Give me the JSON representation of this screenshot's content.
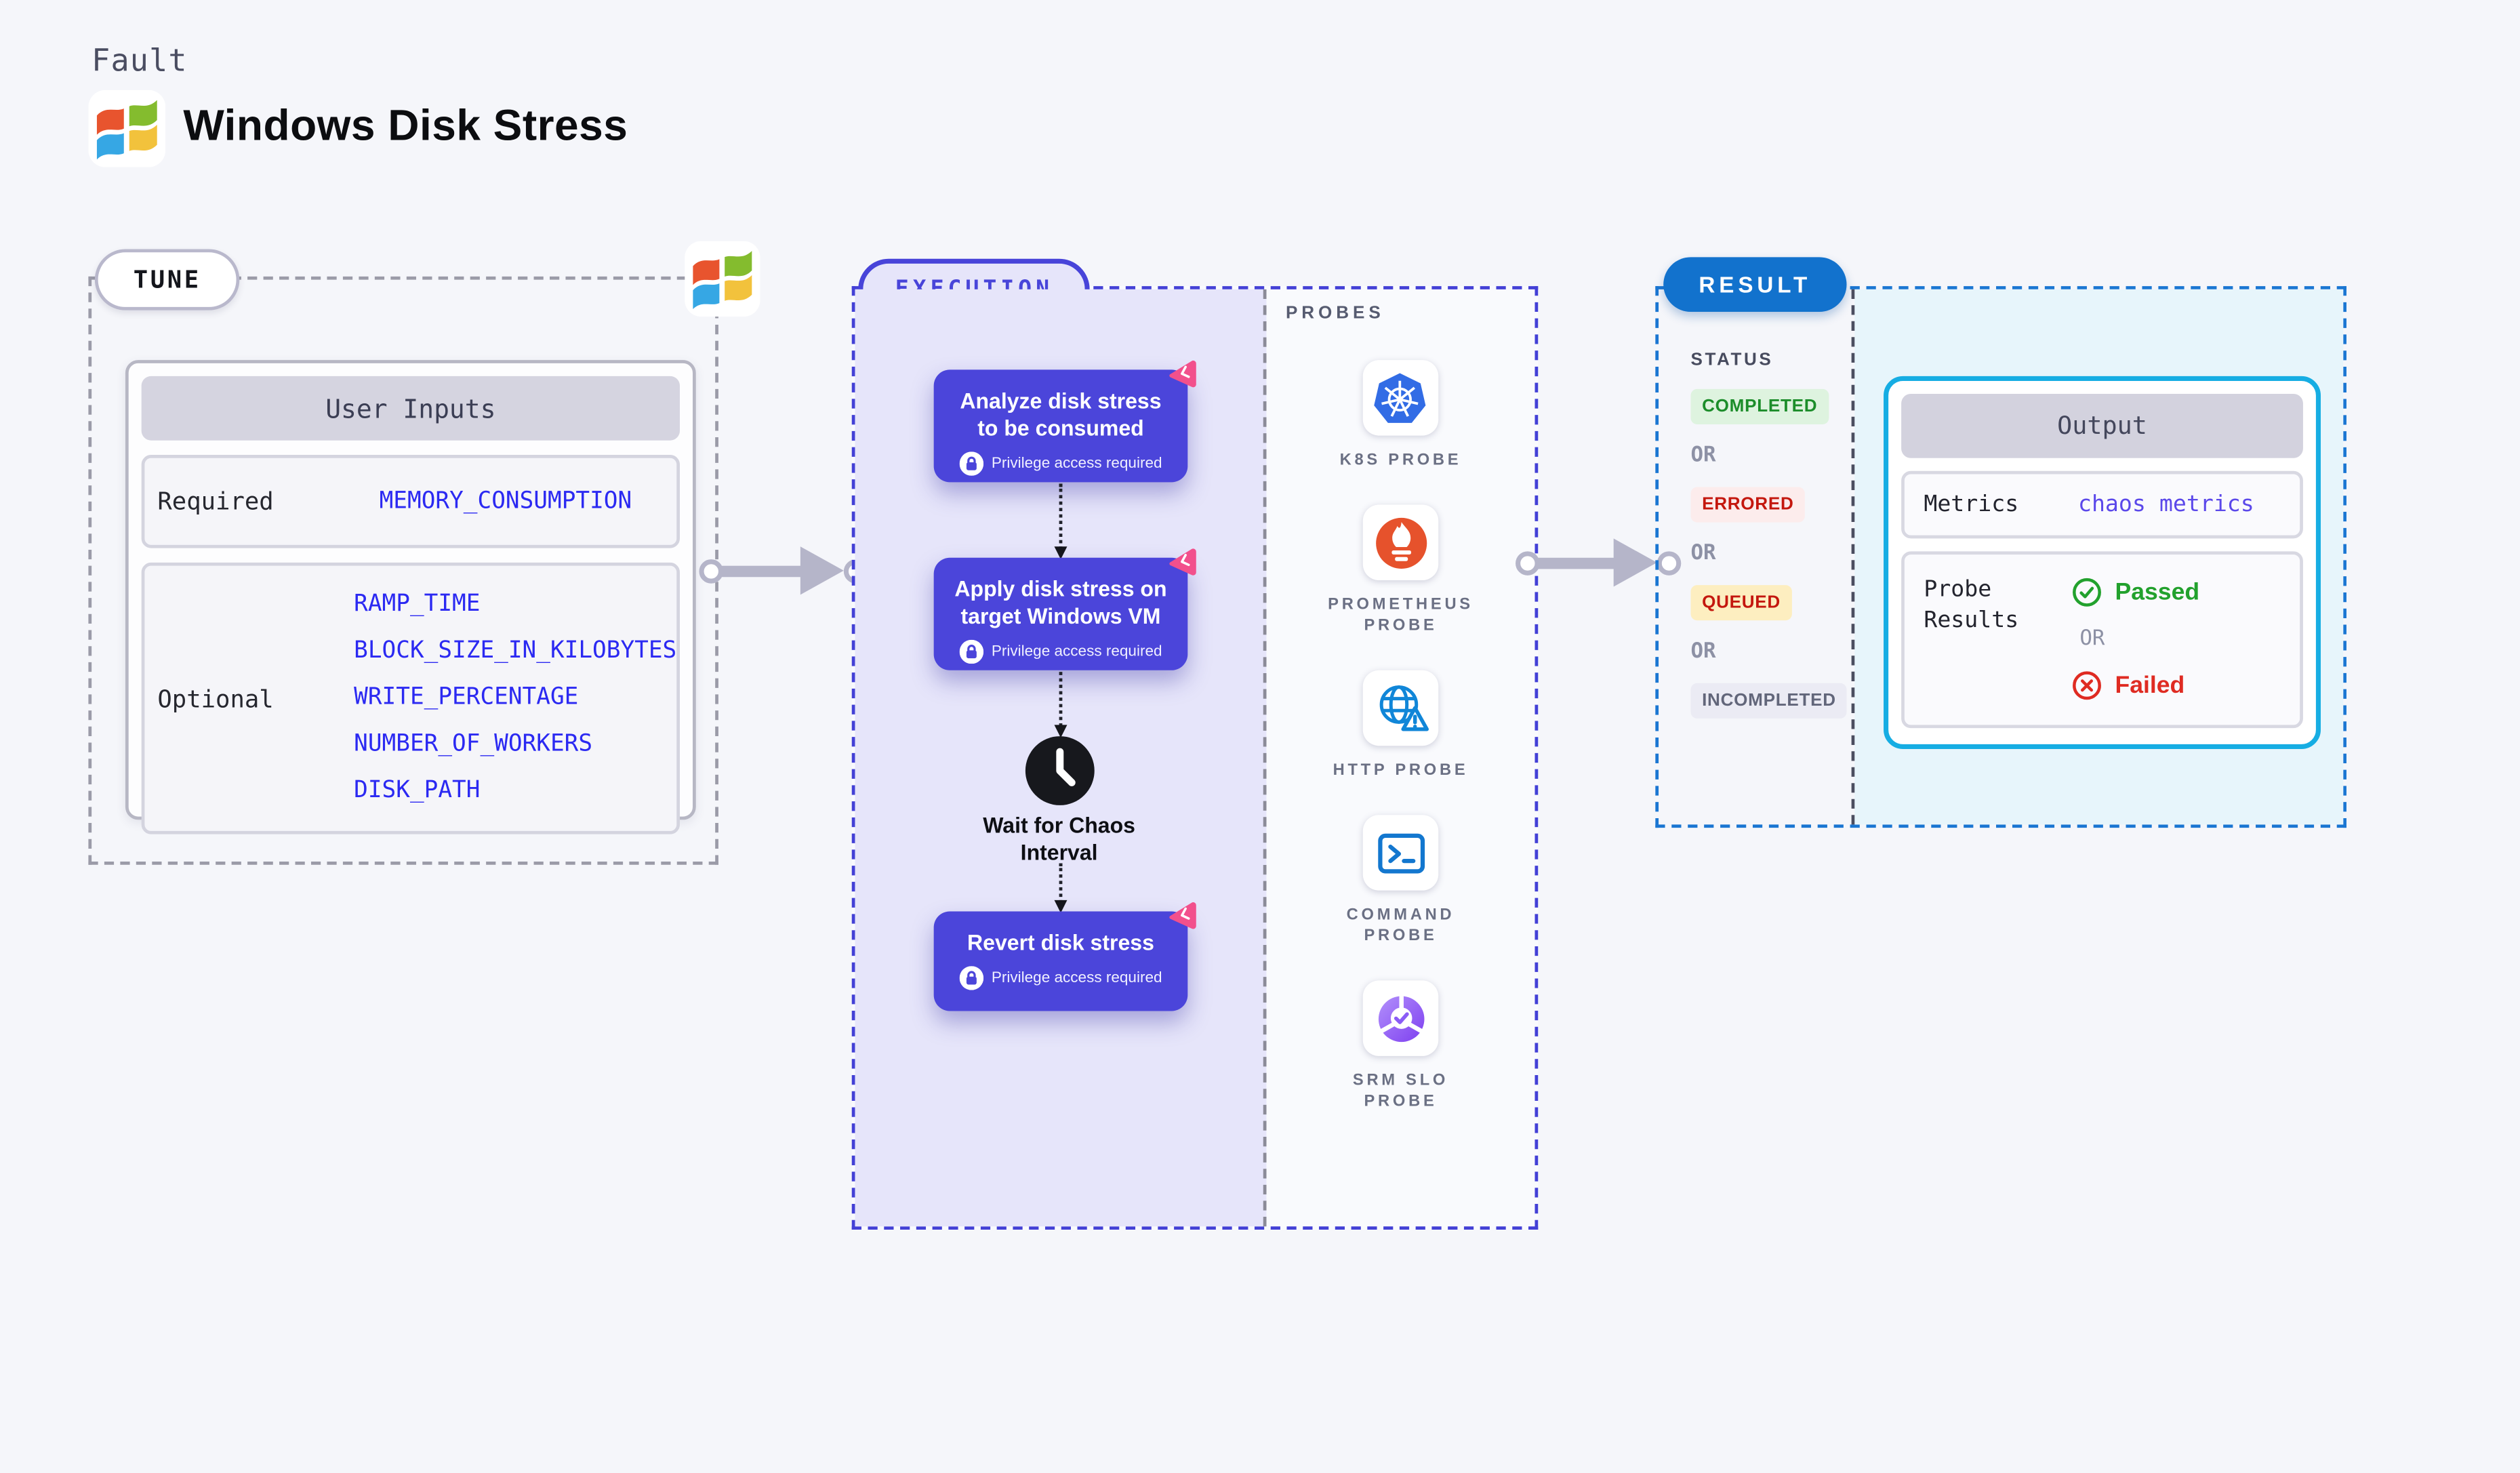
{
  "header": {
    "eyebrow": "Fault",
    "title": "Windows Disk Stress"
  },
  "tune": {
    "badge": "TUNE",
    "table": {
      "header": "User Inputs",
      "rows": [
        {
          "label": "Required",
          "values": [
            "MEMORY_CONSUMPTION"
          ]
        },
        {
          "label": "Optional",
          "values": [
            "RAMP_TIME",
            "BLOCK_SIZE_IN_KILOBYTES",
            "WRITE_PERCENTAGE",
            "NUMBER_OF_WORKERS",
            "DISK_PATH"
          ]
        }
      ]
    }
  },
  "execution": {
    "badge": "EXECUTION",
    "steps": [
      {
        "title": "Analyze disk stress to be consumed",
        "note": "Privilege access required"
      },
      {
        "title": "Apply disk stress on target Windows VM",
        "note": "Privilege access required"
      },
      {
        "title": "Revert disk stress",
        "note": "Privilege access required"
      }
    ],
    "wait": {
      "label": "Wait for Chaos Interval"
    },
    "probes": {
      "heading": "PROBES",
      "items": [
        {
          "label": "K8S PROBE",
          "icon": "kubernetes-icon"
        },
        {
          "label": "PROMETHEUS PROBE",
          "icon": "prometheus-icon"
        },
        {
          "label": "HTTP PROBE",
          "icon": "http-globe-icon"
        },
        {
          "label": "COMMAND PROBE",
          "icon": "terminal-icon"
        },
        {
          "label": "SRM SLO PROBE",
          "icon": "srm-slo-icon"
        }
      ]
    }
  },
  "result": {
    "badge": "RESULT",
    "status": {
      "heading": "STATUS",
      "or": "OR",
      "items": [
        {
          "label": "COMPLETED"
        },
        {
          "label": "ERRORED"
        },
        {
          "label": "QUEUED"
        },
        {
          "label": "INCOMPLETED"
        }
      ]
    },
    "output": {
      "header": "Output",
      "metrics_label": "Metrics",
      "metrics_value": "chaos metrics",
      "probe_results_label": "Probe Results",
      "passed": "Passed",
      "or": "OR",
      "failed": "Failed"
    }
  },
  "colors": {
    "page_bg": "#F5F6FA",
    "step_indigo": "#4B45DA",
    "execution_panel": "#E6E5FA",
    "execution_border": "#4340D6",
    "tune_border": "#9B9BA8",
    "result_border_blue": "#1A76D2",
    "result_badge_blue": "#1272CD",
    "output_border_cyan": "#16ADE3",
    "output_area_bg": "#E7F5FB",
    "param_blue": "#2B29F2",
    "metrics_value_violet": "#5B48EA",
    "passed_green": "#22A12D",
    "failed_red": "#DF2B22",
    "arrow_gray": "#B5B5C9",
    "chaos_pink": "#F2508C",
    "kubernetes_blue": "#326CE5",
    "prometheus_orange": "#E6522C",
    "http_blue": "#1086D8",
    "command_blue": "#1377CF",
    "srm_purple": "#8B5CF6",
    "completed_fg": "#1C8D2A",
    "completed_bg": "#DEF3DF",
    "errored_fg": "#C4170E",
    "errored_bg": "#FCECEC",
    "queued_fg": "#C4170E",
    "queued_bg": "#FDEEC0",
    "incompleted_fg": "#62667A",
    "incompleted_bg": "#EBEBF4"
  }
}
